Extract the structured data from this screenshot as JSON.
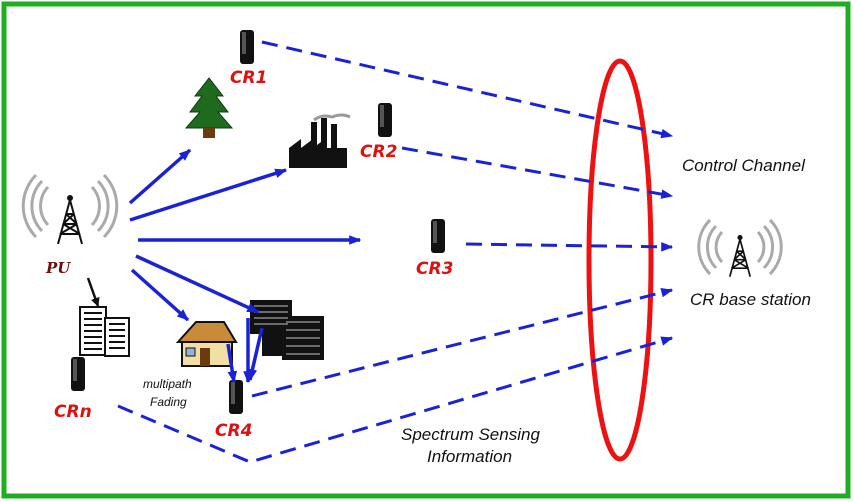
{
  "labels": {
    "pu": "PU",
    "cr1": "CR1",
    "cr2": "CR2",
    "cr3": "CR3",
    "cr4": "CR4",
    "crn_prefix": "CR",
    "crn_sub": "n",
    "control_channel": "Control Channel",
    "base_station": "CR base station",
    "spectrum_line1": "Spectrum Sensing",
    "spectrum_line2": "Information",
    "multipath_line1": "multipath",
    "multipath_line2": "Fading"
  },
  "colors": {
    "border": "#1fae1f",
    "arrows": "#1a22d8",
    "ellipse": "#ee1111",
    "cr_text": "#e01010",
    "pu_text": "#6b1010",
    "tree": "#1e6a1e"
  }
}
